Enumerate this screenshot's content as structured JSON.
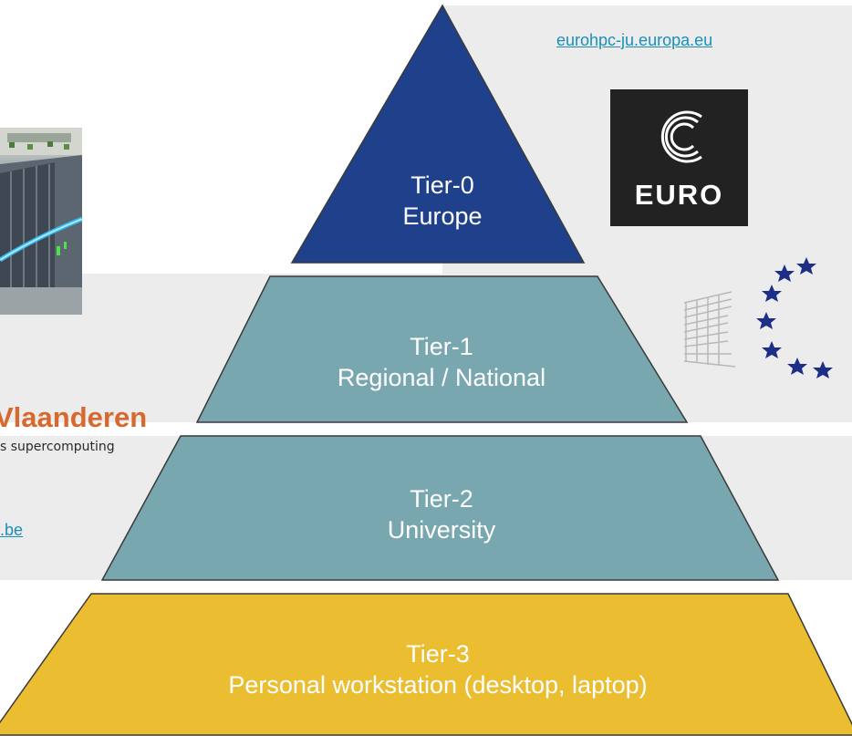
{
  "tiers": [
    {
      "name": "Tier-0",
      "scope": "Europe",
      "color": "#1f418c"
    },
    {
      "name": "Tier-1",
      "scope": "Regional / National",
      "color": "#78a7af"
    },
    {
      "name": "Tier-2",
      "scope": "University",
      "color": "#78a7af"
    },
    {
      "name": "Tier-3",
      "scope": "Personal workstation (desktop, laptop)",
      "color": "#ebbd31"
    }
  ],
  "links": {
    "eurohpc": "eurohpc-ju.europa.eu",
    "vsc_partial": ".be"
  },
  "logos": {
    "vsc_title_partial": "Vlaanderen",
    "vsc_subtitle_partial": "s supercomputing",
    "euro_word": "EURO"
  },
  "colors": {
    "link": "#1a8fb8",
    "vsc_orange": "#d8692e",
    "band_gray": "#ececec",
    "eu_star_blue": "#1c2e86"
  },
  "icons": [
    "supercomputer-photo",
    "eurohpc-logo-icon",
    "eu-flag-stars-icon"
  ]
}
